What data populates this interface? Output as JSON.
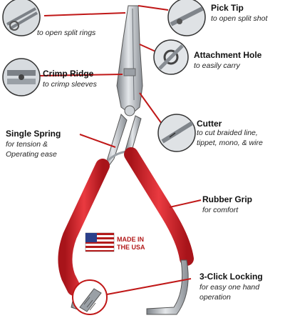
{
  "labels": {
    "split_rings_sub": "to open split rings",
    "pick_tip": {
      "title": "Pick Tip",
      "sub": "to open split shot"
    },
    "attachment_hole": {
      "title": "Attachment Hole",
      "sub": "to easily carry"
    },
    "crimp_ridge": {
      "title": "Crimp Ridge",
      "sub": "to crimp sleeves"
    },
    "cutter": {
      "title": "Cutter",
      "sub1": "to cut braided line,",
      "sub2": "tippet, mono, & wire"
    },
    "single_spring": {
      "title": "Single Spring",
      "sub1": "for tension &",
      "sub2": "Operating ease"
    },
    "rubber_grip": {
      "title": "Rubber Grip",
      "sub": "for comfort"
    },
    "three_click": {
      "title": "3-Click Locking",
      "sub1": "for easy one hand",
      "sub2": "operation"
    }
  },
  "badge": {
    "line1": "MADE IN",
    "line2": "THE USA"
  },
  "colors": {
    "leader_line": "#c01818",
    "grip": "#d8232a",
    "steel": "#b8bcc0",
    "flag_red": "#b31b1b",
    "flag_blue": "#2a3f8a"
  },
  "icons": [
    "split-ring-inset-icon",
    "pick-tip-inset-icon",
    "attachment-hole-inset-icon",
    "crimp-ridge-inset-icon",
    "cutter-inset-icon",
    "locking-inset-icon",
    "usa-flag-icon"
  ]
}
